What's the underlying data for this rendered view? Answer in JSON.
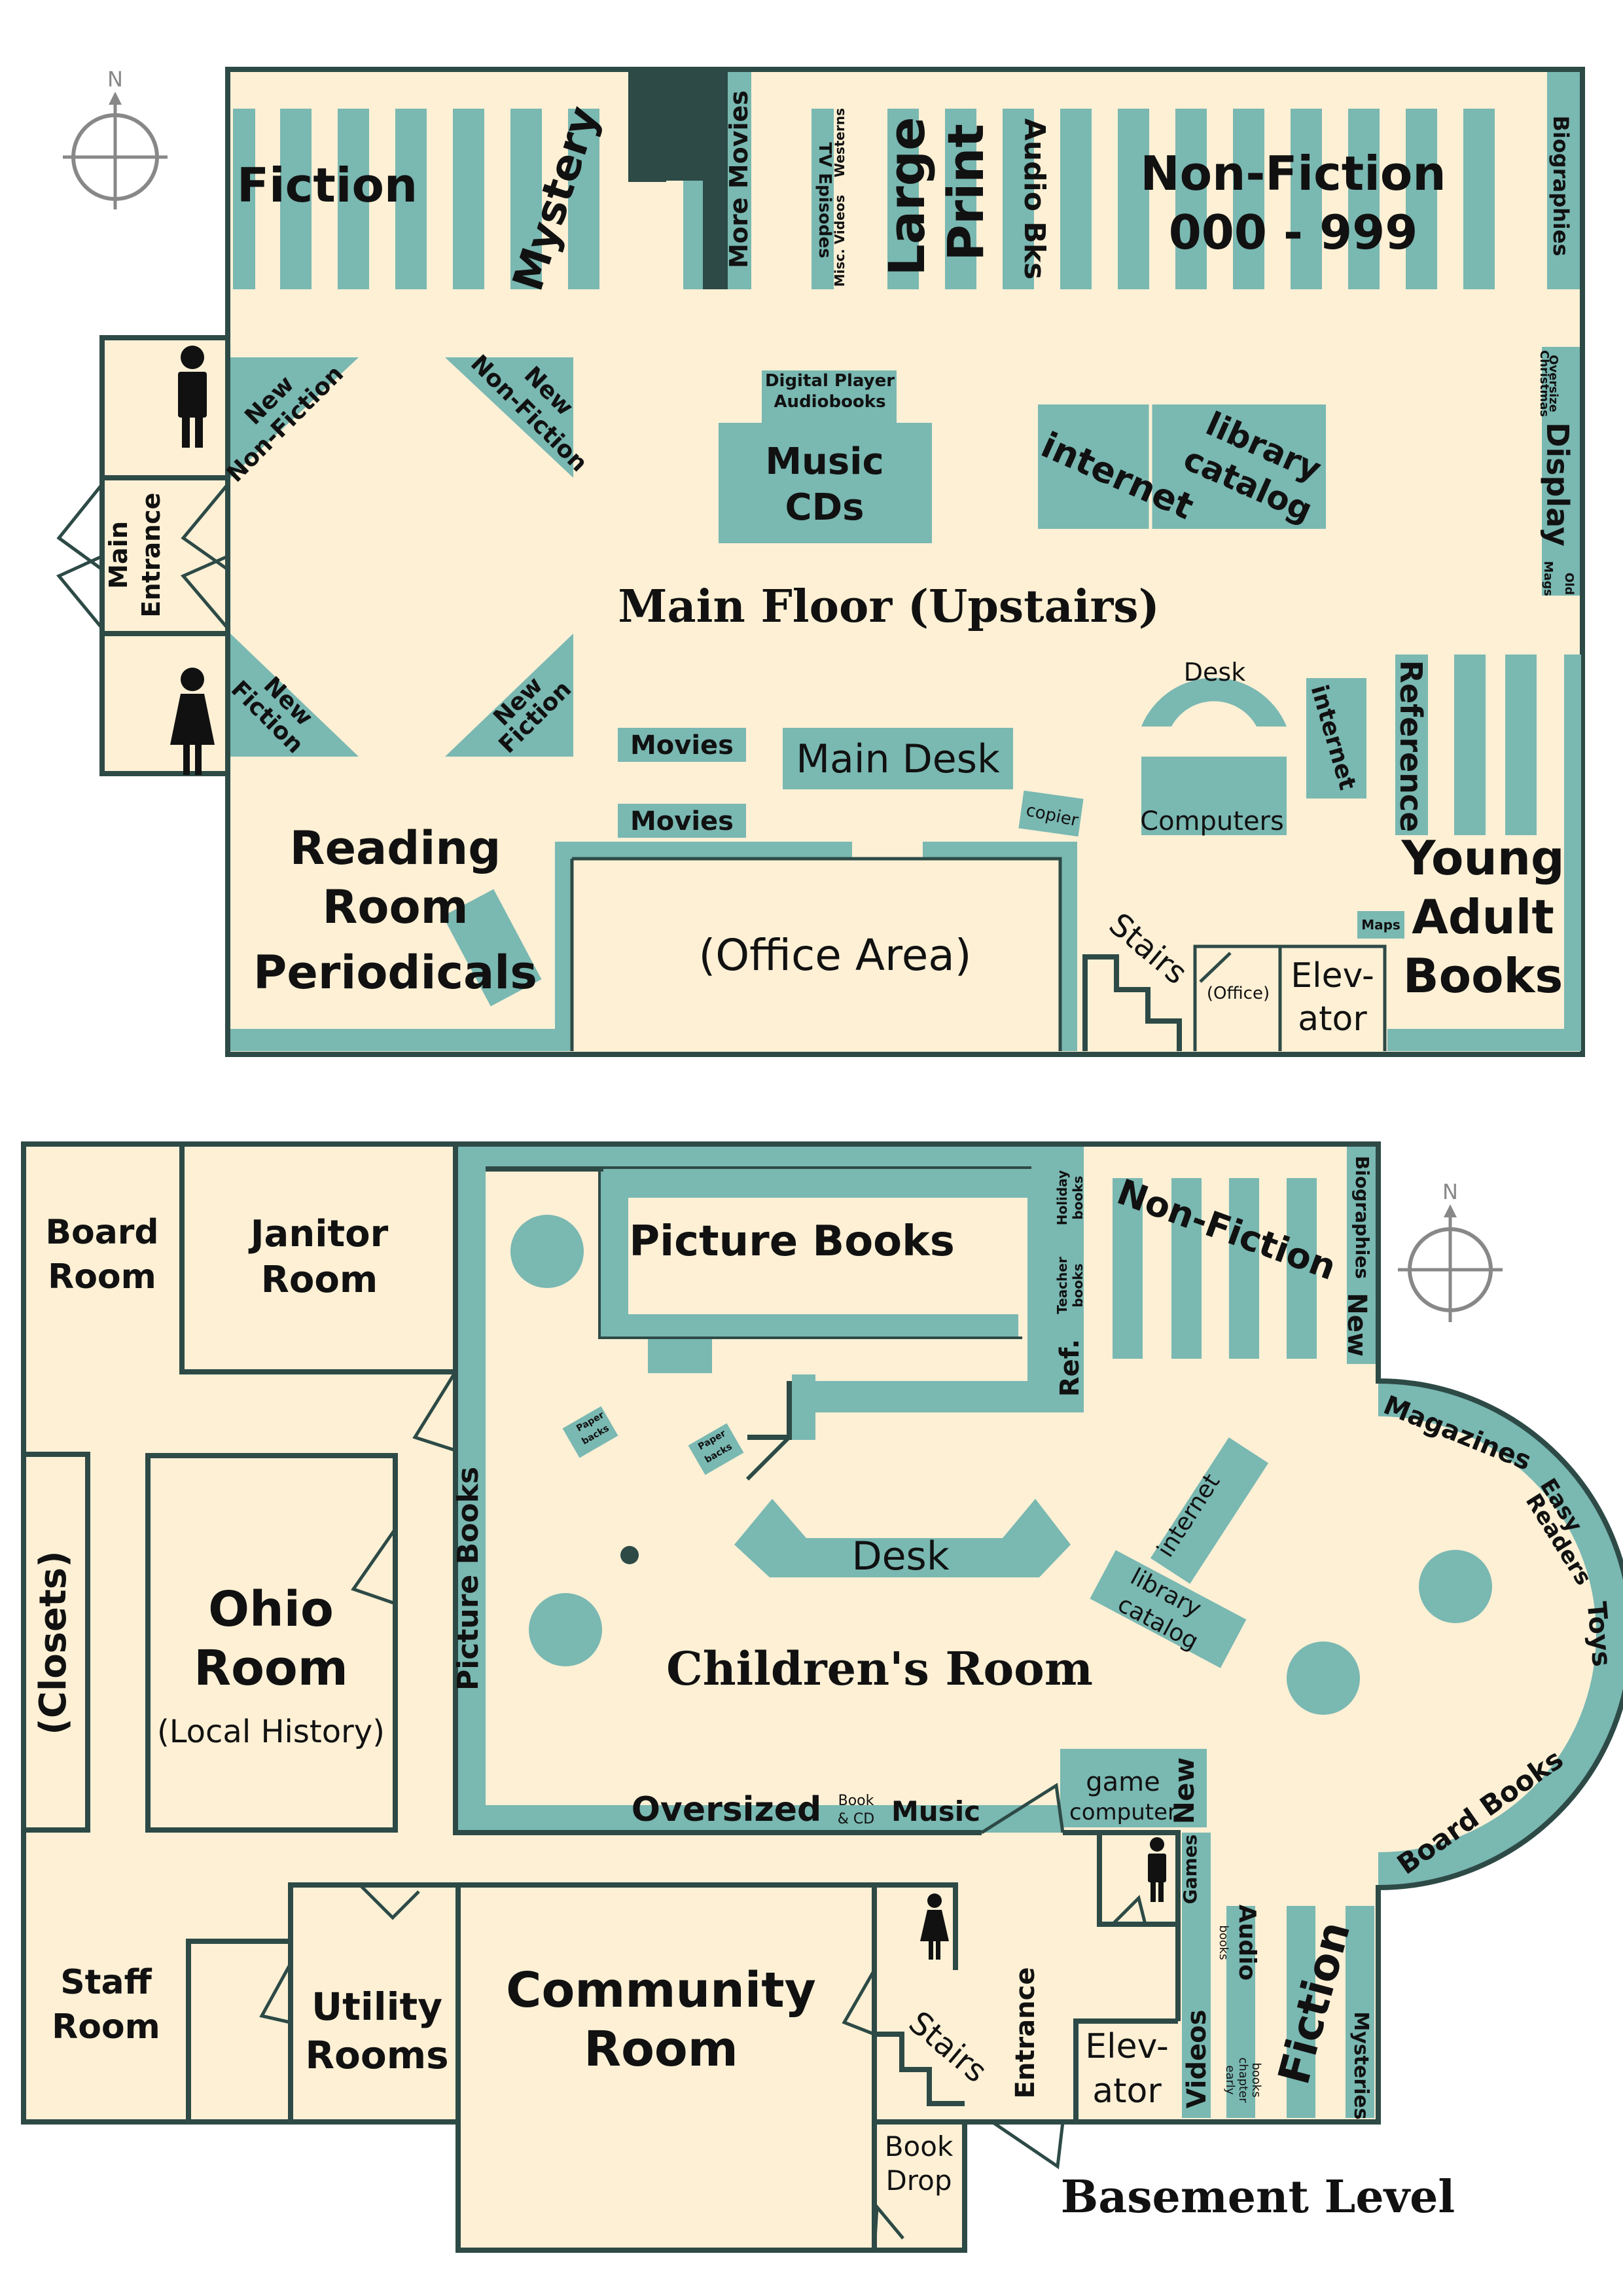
{
  "main_floor": {
    "title": "Main Floor (Upstairs)",
    "north_label": "N",
    "labels": {
      "fiction": "Fiction",
      "mystery": "Mystery",
      "more_movies": "More Movies",
      "westerns": "Westerns",
      "tv_episodes": "TV Episodes",
      "misc_videos": "Misc. Videos",
      "large": "Large",
      "print": "Print",
      "audio_bks": "Audio Bks",
      "nonfiction": "Non-Fiction",
      "nonfiction_range": "000 - 999",
      "biographies": "Biographies",
      "new": "New",
      "nonfiction_short": "Non-Fiction",
      "fiction_short": "Fiction",
      "digital_player": "Digital Player",
      "audiobooks": "Audiobooks",
      "music": "Music",
      "cds": "CDs",
      "internet": "internet",
      "library": "library",
      "catalog": "catalog",
      "oversize": "Oversize",
      "christmas": "Christmas",
      "display": "Display",
      "old": "Old",
      "mags": "Mags",
      "main_entrance_1": "Main",
      "main_entrance_2": "Entrance",
      "desk": "Desk",
      "computers": "Computers",
      "reference": "Reference",
      "movies": "Movies",
      "main_desk": "Main Desk",
      "copier": "copier",
      "reading": "Reading",
      "room": "Room",
      "periodicals": "Periodicals",
      "office_area": "(Office Area)",
      "stairs": "Stairs",
      "office": "(Office)",
      "elev": "Elev-",
      "ator": "ator",
      "maps": "Maps",
      "young": "Young",
      "adult": "Adult",
      "books": "Books"
    }
  },
  "basement": {
    "title": "Basement Level",
    "north_label": "N",
    "labels": {
      "board": "Board",
      "room": "Room",
      "janitor": "Janitor",
      "closets": "(Closets)",
      "ohio": "Ohio",
      "local_history": "(Local History)",
      "staff": "Staff",
      "utility": "Utility",
      "rooms": "Rooms",
      "community": "Community",
      "picture_books": "Picture Books",
      "paper_backs_1": "Paper",
      "paper_backs_2": "backs",
      "holiday": "Holiday",
      "books_small": "books",
      "teacher": "Teacher",
      "ref": "Ref.",
      "nonfiction": "Non-Fiction",
      "biographies": "Biographies",
      "new": "New",
      "magazines": "Magazines",
      "easy": "Easy",
      "readers": "Readers",
      "toys": "Toys",
      "desk": "Desk",
      "internet": "internet",
      "library": "library",
      "catalog": "catalog",
      "childrens_room": "Children's Room",
      "board_books": "Board Books",
      "oversized": "Oversized",
      "book_small": "Book",
      "and_cd": "& CD",
      "music": "Music",
      "game": "game",
      "computer": "computer",
      "games": "Games",
      "audio": "Audio",
      "early": "early",
      "chapter": "chapter",
      "fiction": "Fiction",
      "mysteries": "Mysteries",
      "videos": "Videos",
      "entrance": "Entrance",
      "stairs": "Stairs",
      "elev": "Elev-",
      "ator": "ator",
      "book_drop_1": "Book",
      "book_drop_2": "Drop"
    }
  }
}
